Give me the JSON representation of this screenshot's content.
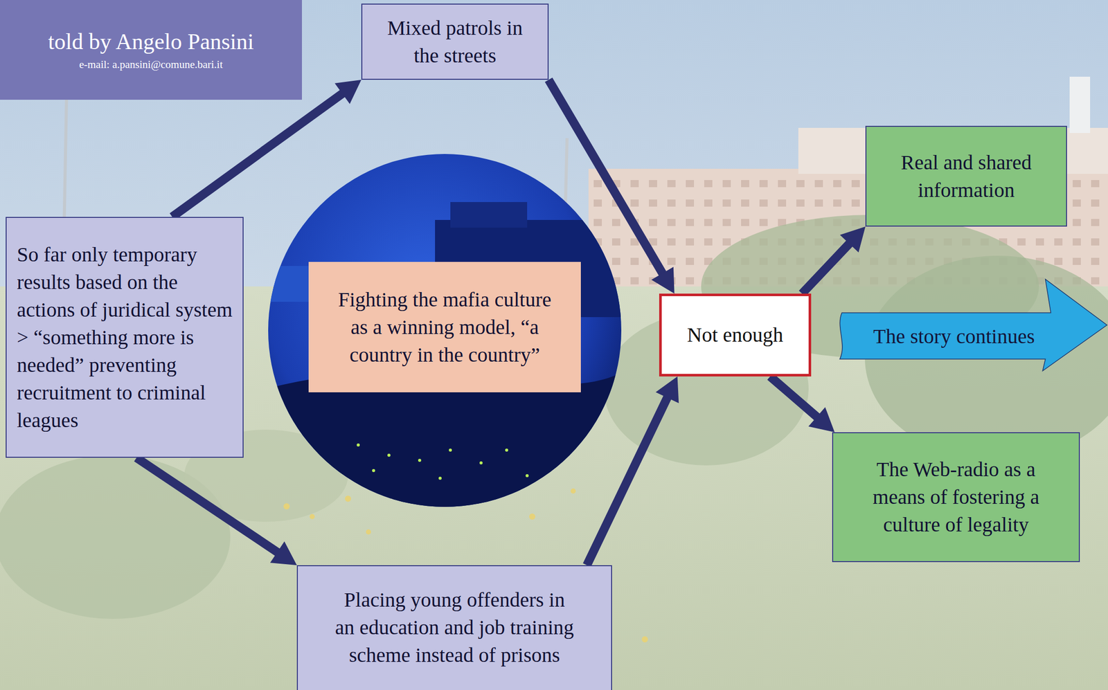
{
  "diagram": {
    "nodes": [
      {
        "text": [
          "told by Angelo Pansini",
          "e-mail: a.pansini@comune.bari.it"
        ]
      },
      {
        "text": [
          "So far only temporary results based on the actions of juridical system > “something more is needed” preventing recruitment to criminal leagues"
        ]
      },
      {
        "text": [
          "Mixed patrols in the streets"
        ]
      },
      {
        "text": [
          "Placing young offenders in an education and job training scheme instead of prisons"
        ]
      },
      {
        "text": [
          "Fighting the mafia culture as a winning model, “a country in the country”"
        ]
      },
      {
        "text": [
          "Not enough"
        ]
      },
      {
        "text": [
          "Real and shared information"
        ]
      },
      {
        "text": [
          "The Web-radio as a means of fostering a culture of legality"
        ]
      },
      {
        "text": [
          "The story continues"
        ]
      }
    ],
    "edges": [
      {
        "from": 1,
        "to": 2,
        "arrow": "to"
      },
      {
        "from": 1,
        "to": 3,
        "arrow": "to"
      },
      {
        "from": 2,
        "to": 5,
        "arrow": "to"
      },
      {
        "from": 3,
        "to": 5,
        "arrow": "to"
      },
      {
        "from": 5,
        "to": 6,
        "arrow": "to"
      },
      {
        "from": 5,
        "to": 7,
        "arrow": "to"
      }
    ]
  }
}
